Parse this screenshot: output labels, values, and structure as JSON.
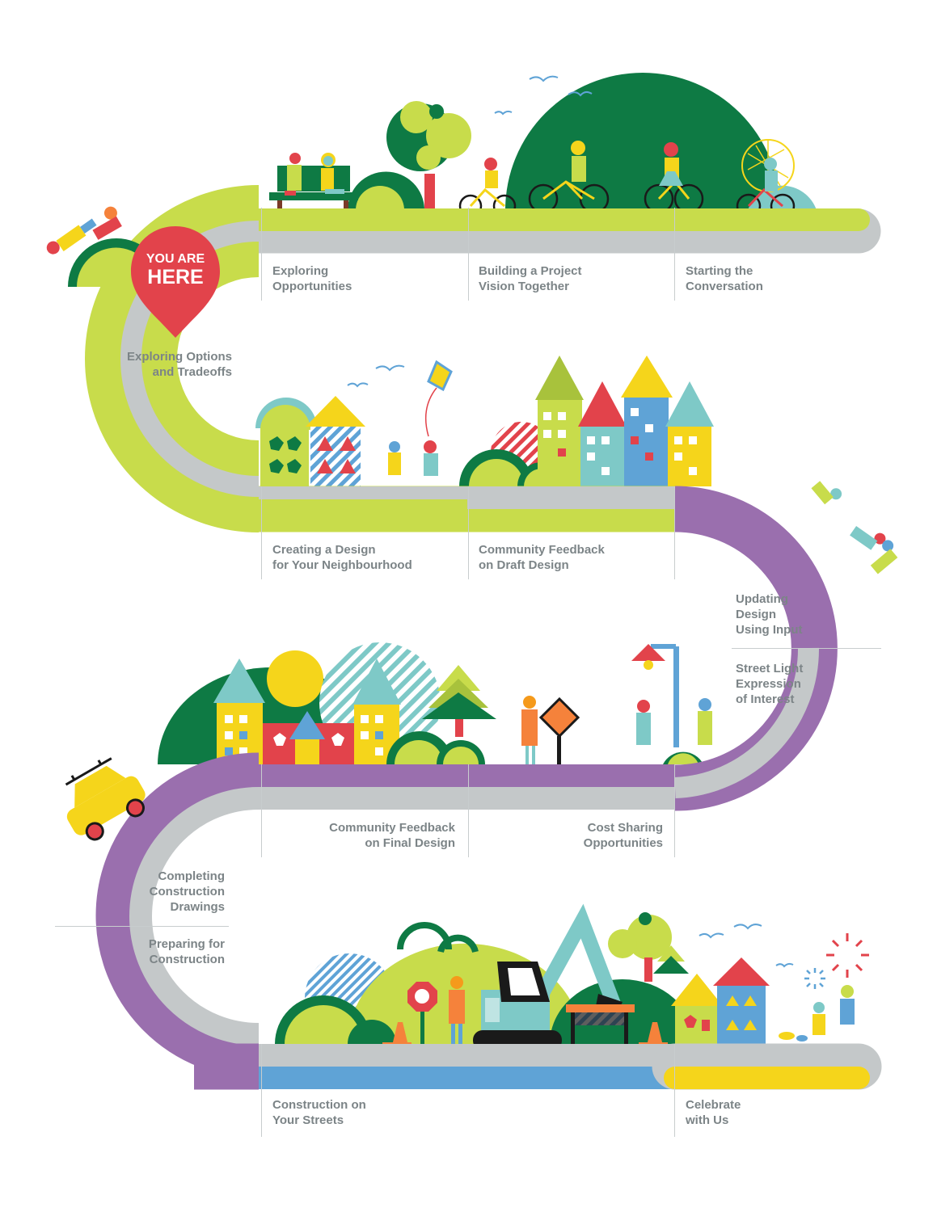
{
  "you_are_here": {
    "line1": "YOU ARE",
    "line2": "HERE"
  },
  "steps": [
    {
      "id": "exploring-opportunities",
      "lines": [
        "Exploring",
        "Opportunities"
      ]
    },
    {
      "id": "building-vision",
      "lines": [
        "Building a Project",
        "Vision Together"
      ]
    },
    {
      "id": "starting-conversation",
      "lines": [
        "Starting the",
        "Conversation"
      ]
    },
    {
      "id": "exploring-options",
      "lines": [
        "Exploring Options",
        "and Tradeoffs"
      ]
    },
    {
      "id": "creating-design",
      "lines": [
        "Creating a Design",
        "for Your Neighbourhood"
      ]
    },
    {
      "id": "feedback-draft",
      "lines": [
        "Community Feedback",
        "on Draft Design"
      ]
    },
    {
      "id": "updating-design",
      "lines": [
        "Updating",
        "Design",
        "Using Input"
      ]
    },
    {
      "id": "street-light",
      "lines": [
        "Street Light",
        "Expression",
        "of Interest"
      ]
    },
    {
      "id": "feedback-final",
      "lines": [
        "Community Feedback",
        "on Final Design"
      ]
    },
    {
      "id": "cost-sharing",
      "lines": [
        "Cost Sharing",
        "Opportunities"
      ]
    },
    {
      "id": "completing-drawings",
      "lines": [
        "Completing",
        "Construction",
        "Drawings"
      ]
    },
    {
      "id": "preparing-construction",
      "lines": [
        "Preparing for",
        "Construction"
      ]
    },
    {
      "id": "construction-streets",
      "lines": [
        "Construction on",
        "Your Streets"
      ]
    },
    {
      "id": "celebrate",
      "lines": [
        "Celebrate",
        "with Us"
      ]
    }
  ],
  "colors": {
    "lime": "#c8dc4b",
    "grey": "#c4c8c9",
    "purple": "#9a6fae",
    "blue": "#5fa3d6",
    "yellow": "#f5d51b",
    "dark_green": "#0e7a44",
    "pin_red": "#e2434b",
    "label": "#7c8487"
  }
}
